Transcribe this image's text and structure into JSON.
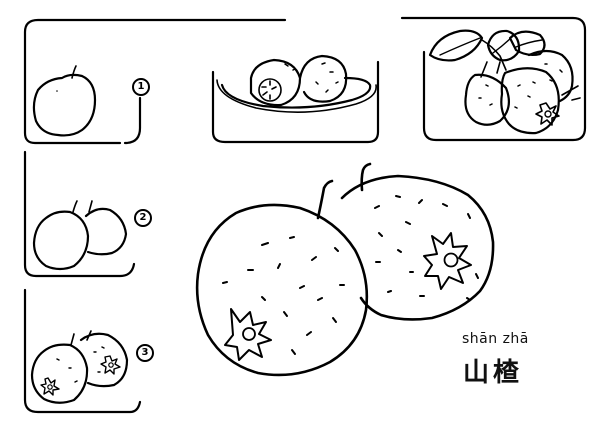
{
  "caption": {
    "pinyin": "shān zhā",
    "hanzi": "山楂"
  },
  "steps": [
    {
      "number": "1"
    },
    {
      "number": "2"
    },
    {
      "number": "3"
    }
  ],
  "colors": {
    "ink": "#000000",
    "paper": "#ffffff"
  }
}
